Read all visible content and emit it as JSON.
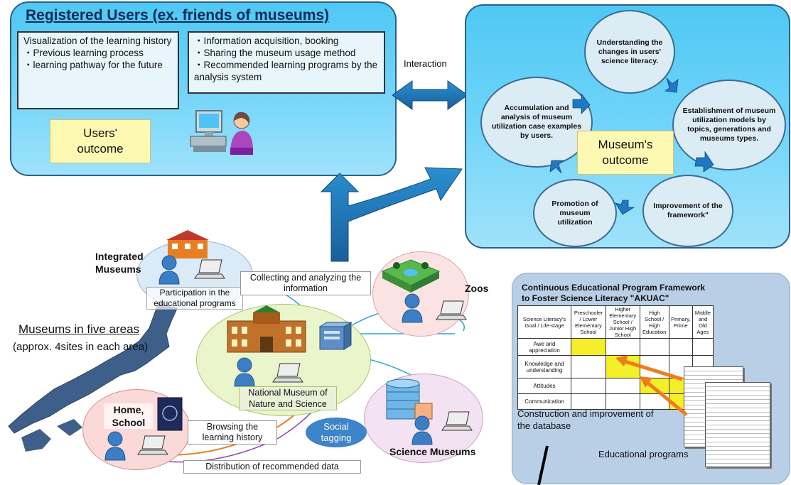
{
  "users_panel": {
    "title": "Registered Users (ex. friends of museums)",
    "box1": {
      "line1": "Visualization of the learning history",
      "line2": "・Previous learning process",
      "line3": "・learning pathway for the future"
    },
    "box2": {
      "line1": "・Information acquisition, booking",
      "line2": "・Sharing the museum usage method",
      "line3": "・Recommended learning programs by the analysis system"
    },
    "outcome": "Users' outcome"
  },
  "interaction_label": "Interaction",
  "museum_panel": {
    "outcome": "Museum's outcome",
    "bubbles": {
      "top": "Understanding the changes in users' science literacy.",
      "right": "Establishment of museum utilization models by topics, generations and museums types.",
      "bottom_right": "Improvement of the framework\"",
      "bottom_left": "Promotion of museum utilization",
      "left": "Accumulation and analysis of museum utilization case examples by users."
    }
  },
  "map": {
    "integrated": "Integrated Museums",
    "participation": "Participation in the educational programs",
    "collecting": "Collecting and analyzing the information",
    "zoos": "Zoos",
    "areas_title": "Museums in five areas",
    "areas_sub": "(approx. 4sites in each area)",
    "national": "National Museum of Nature and Science",
    "home": "Home, School",
    "browsing": "Browsing the learning history",
    "social": "Social tagging",
    "science": "Science Museums",
    "distribution": "Distribution of recommended data"
  },
  "framework": {
    "title_line1": "Continuous Educational Program Framework",
    "title_line2": "to Foster Science Literacy \"AKUAC\"",
    "col_headers": [
      "Science Literacy's Goal / Life-stage",
      "Preschooler / Lower Elementary School",
      "Higher Elementary School / Junior High School",
      "High School / High Education",
      "Primary, Prime",
      "Middle and Old Ages"
    ],
    "rows": [
      "Awe and appreciation",
      "Knowledge and understanding",
      "Attitudes",
      "Communication"
    ],
    "construction": "Construction and improvement of the database",
    "educational": "Educational programs"
  }
}
